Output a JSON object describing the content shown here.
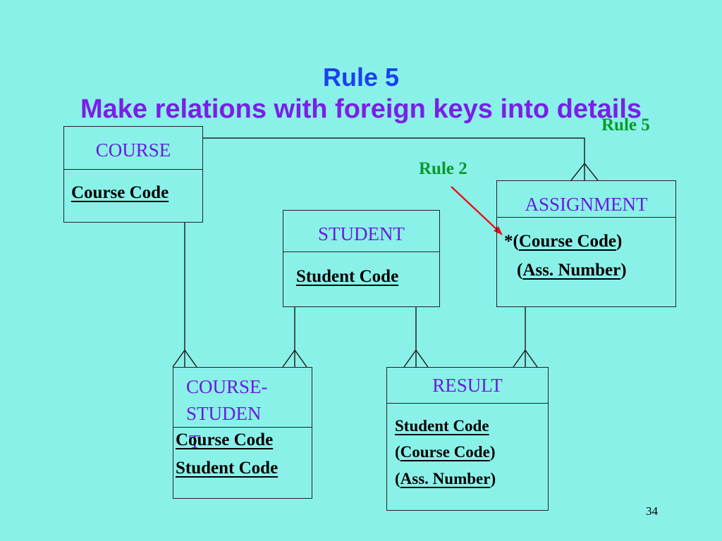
{
  "title": "Rule 5",
  "subtitle": "Make relations with foreign keys into details",
  "rule_labels": {
    "rule5": "Rule 5",
    "rule2": "Rule 2"
  },
  "entities": {
    "course": {
      "name": "COURSE",
      "attributes": [
        "Course Code"
      ]
    },
    "student": {
      "name": "STUDENT",
      "attributes": [
        "Student Code"
      ]
    },
    "assignment": {
      "name": "ASSIGNMENT",
      "attr1_prefix": "*(",
      "attr1_key": "Course Code",
      "attr1_suffix": ")",
      "attr2_prefix": "(",
      "attr2_key": "Ass. Number",
      "attr2_suffix": ")"
    },
    "course_student": {
      "name_line1": "COURSE-",
      "name_line2": "STUDEN",
      "name_line3": "T",
      "attributes": [
        "Course Code",
        "Student Code"
      ]
    },
    "result": {
      "name": "RESULT",
      "attr1": "Student Code",
      "attr2_prefix": "(",
      "attr2_key": "Course Code",
      "attr2_suffix": ")",
      "attr3_prefix": "(",
      "attr3_key": "Ass. Number",
      "attr3_suffix": ")"
    }
  },
  "colors": {
    "background": "#8af1e9",
    "title": "#1a40f0",
    "subtitle": "#7a1ee8",
    "entity_name": "#6a1be0",
    "rule_label": "#0a9a2a",
    "arrow": "#e8141c"
  },
  "page_number": "34"
}
